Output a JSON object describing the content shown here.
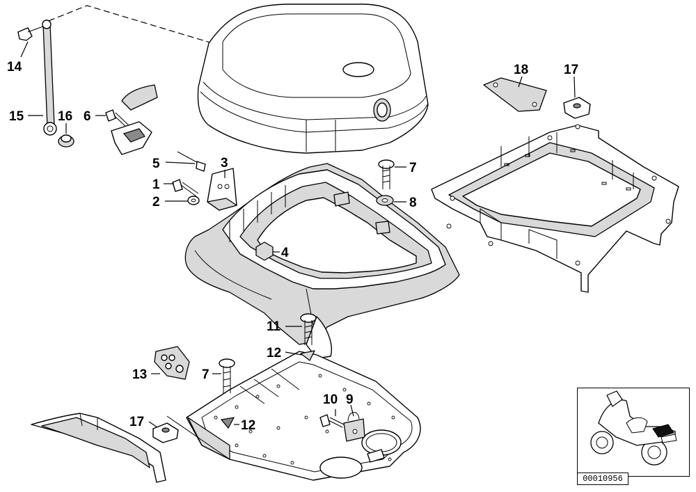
{
  "callouts": {
    "c1": "1",
    "c2": "2",
    "c3": "3",
    "c4": "4",
    "c5": "5",
    "c6": "6",
    "c7a": "7",
    "c7b": "7",
    "c8": "8",
    "c9": "9",
    "c10": "10",
    "c11": "11",
    "c12a": "12",
    "c12b": "12",
    "c13": "13",
    "c14": "14",
    "c15": "15",
    "c16": "16",
    "c17a": "17",
    "c17b": "17",
    "c18": "18"
  },
  "diagram_code": "00010956",
  "colors": {
    "line": "#000000",
    "shade": "#d9d9d9",
    "background": "#ffffff"
  }
}
